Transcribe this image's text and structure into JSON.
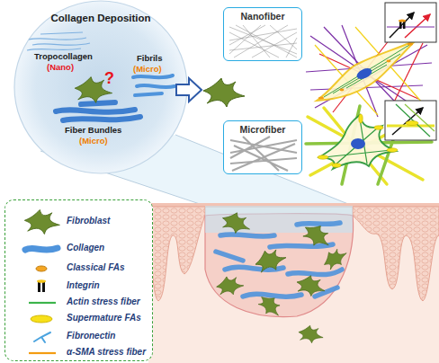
{
  "diagram": {
    "nodes": [
      {
        "text": [
          "Collagen Deposition"
        ]
      },
      {
        "text": [
          "Nanofiber"
        ]
      },
      {
        "text": [
          "Microfiber"
        ]
      }
    ],
    "labels": [
      "Tropocollagen",
      "(Nano)",
      "Fibrils",
      "(Micro)",
      "?",
      "Fiber Bundles",
      "(Micro)"
    ],
    "legend": [
      {
        "text": "Fibroblast"
      },
      {
        "text": "Collagen"
      },
      {
        "text": "Classical FAs"
      },
      {
        "text": "Integrin"
      },
      {
        "text": "Actin stress fiber"
      },
      {
        "text": "Supermature FAs"
      },
      {
        "text": "Fibronectin"
      },
      {
        "text": "α-SMA stress fiber"
      }
    ]
  }
}
